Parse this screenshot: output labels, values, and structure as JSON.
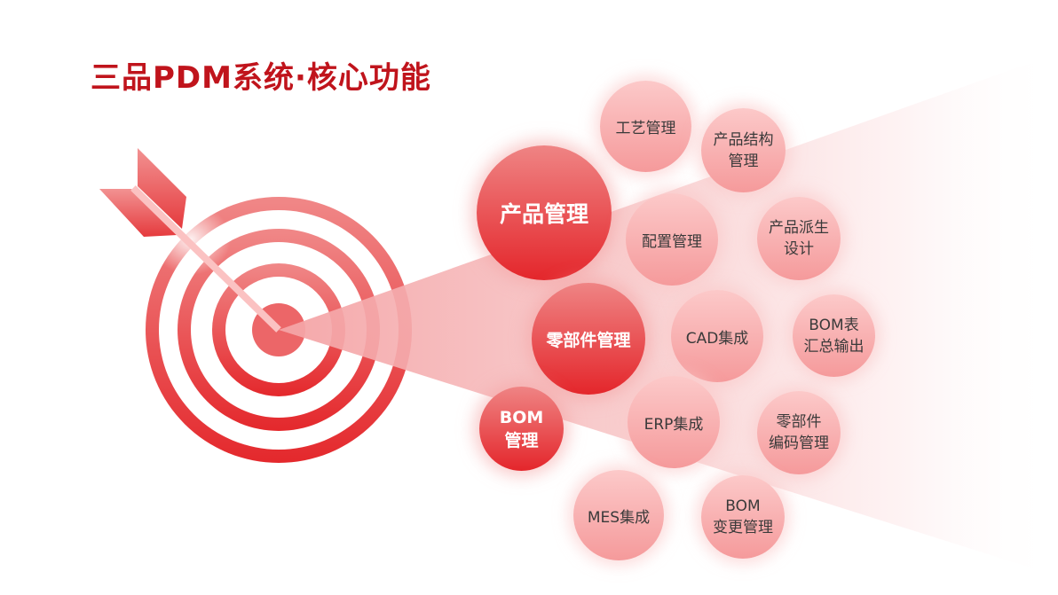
{
  "title": "三品PDM系统·核心功能",
  "colors": {
    "title": "#c0141c",
    "primary_top": "#ef8484",
    "primary_bottom": "#e4262b",
    "secondary_top": "#fcc9c9",
    "secondary_bottom": "#f59a9b",
    "text_dark": "#3a3a3a",
    "target_ring": "#e8474a"
  },
  "target": {
    "icon": "target-with-arrow-icon"
  },
  "primary_functions": [
    {
      "lines": [
        "产品管理"
      ]
    },
    {
      "lines": [
        "零部件管理"
      ]
    },
    {
      "lines": [
        "BOM",
        "管理"
      ]
    }
  ],
  "secondary_functions": [
    {
      "lines": [
        "工艺管理"
      ]
    },
    {
      "lines": [
        "产品结构",
        "管理"
      ]
    },
    {
      "lines": [
        "配置管理"
      ]
    },
    {
      "lines": [
        "产品派生",
        "设计"
      ]
    },
    {
      "lines": [
        "CAD集成"
      ]
    },
    {
      "lines": [
        "BOM表",
        "汇总输出"
      ]
    },
    {
      "lines": [
        "ERP集成"
      ]
    },
    {
      "lines": [
        "零部件",
        "编码管理"
      ]
    },
    {
      "lines": [
        "MES集成"
      ]
    },
    {
      "lines": [
        "BOM",
        "变更管理"
      ]
    }
  ]
}
